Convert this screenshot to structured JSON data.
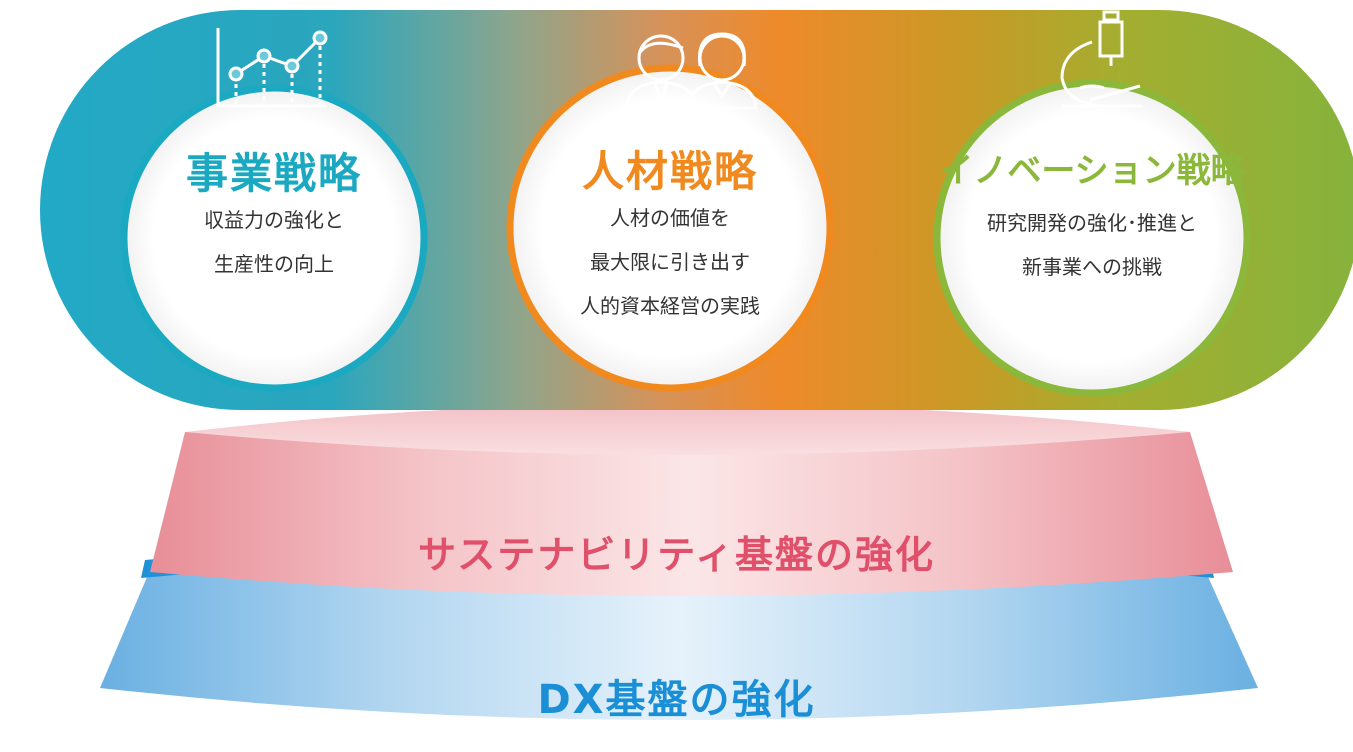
{
  "colors": {
    "business": "#1aa9c0",
    "human": "#f08a1f",
    "innovation": "#8bb83a",
    "sustainability": "#e0506a",
    "dx": "#1a8fd6"
  },
  "pillars": [
    {
      "icon": "line-chart-icon",
      "title": "事業戦略",
      "lines": [
        "収益力の強化と",
        "生産性の向上"
      ]
    },
    {
      "icon": "people-icon",
      "title": "人材戦略",
      "lines": [
        "人材の価値を",
        "最大限に引き出す",
        "人的資本経営の実践"
      ]
    },
    {
      "icon": "microscope-icon",
      "title": "イノベーション戦略",
      "lines": [
        "研究開発の強化･推進と",
        "新事業への挑戦"
      ]
    }
  ],
  "foundation": {
    "sustainability_label": "サステナビリティ基盤の強化",
    "dx_label": "DX基盤の強化"
  }
}
